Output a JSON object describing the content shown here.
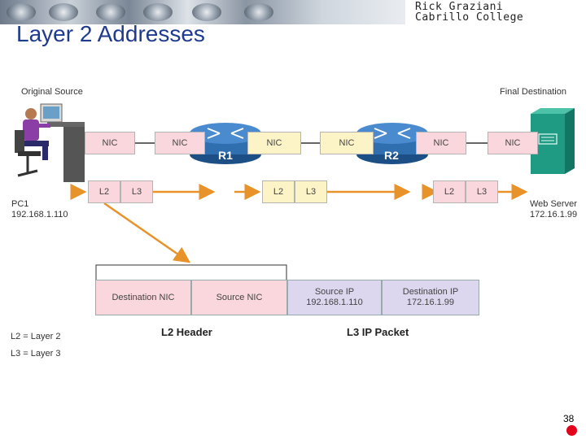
{
  "brand": {
    "line1": "Rick Graziani",
    "line2": "Cabrillo College"
  },
  "title": "Layer 2 Addresses",
  "diagram": {
    "original_source": "Original Source",
    "final_destination": "Final Destination",
    "pc1_label": "PC1\n192.168.1.110",
    "server_label": "Web Server\n172.16.1.99",
    "r1": "R1",
    "r2": "R2",
    "nic": "NIC",
    "l2": "L2",
    "l3": "L3"
  },
  "frame": {
    "cells": [
      "Destination NIC",
      "Source NIC",
      "Source IP\n192.168.1.110",
      "Destination IP\n172.16.1.99"
    ],
    "l2_header": "L2 Header",
    "l3_packet": "L3 IP Packet"
  },
  "legend": {
    "l2": "L2 = Layer 2",
    "l3": "L3 = Layer 3"
  },
  "page_number": "38",
  "colors": {
    "nic": "#f9d7dc",
    "layer": "#fcf3c7",
    "ip": "#dcd6ee",
    "arrow": "#e8922a",
    "router": "#2f6fb0",
    "server": "#1f9a83",
    "title": "#1f3b8e"
  },
  "icons": [
    "computer-user-icon",
    "router-icon",
    "server-icon",
    "red-dot-icon"
  ]
}
